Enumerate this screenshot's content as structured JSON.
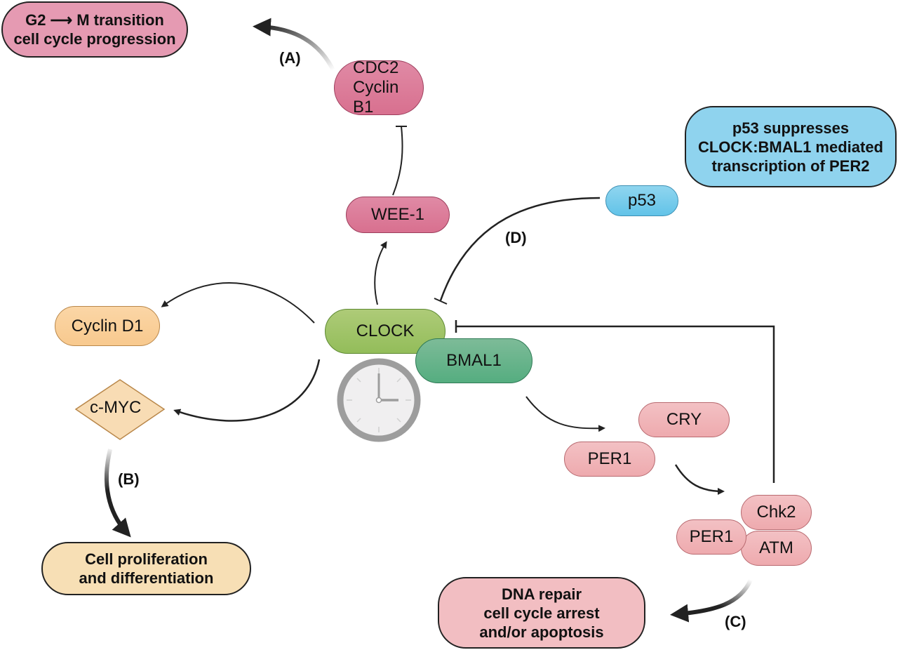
{
  "diagram": {
    "nodes": {
      "cdc2": "CDC2\nCyclin B1",
      "wee1": "WEE-1",
      "p53": "p53",
      "cyclin_d1": "Cyclin D1",
      "clock": "CLOCK",
      "bmal1": "BMAL1",
      "cmyc": "c-MYC",
      "cry": "CRY",
      "per1_a": "PER1",
      "per1_b": "PER1",
      "chk2": "Chk2",
      "atm": "ATM"
    },
    "outcomes": {
      "g2m": "G2 ⟶ M transition\ncell cycle progression",
      "p53_note": "p53 suppresses\nCLOCK:BMAL1 mediated\ntranscription of PER2",
      "proliferation": "Cell proliferation\nand differentiation",
      "dna_repair": "DNA repair\ncell cycle arrest\nand/or apoptosis"
    },
    "labels": {
      "a": "(A)",
      "b": "(B)",
      "c": "(C)",
      "d": "(D)"
    },
    "colors": {
      "pink_dark": "#d8708f",
      "pink_light": "#eeaaae",
      "orange": "#f8c98e",
      "blue": "#62c3e8",
      "green_light": "#93bd5a",
      "green_dark": "#55ad80",
      "outcome_pink": "#e59ab2",
      "outcome_blue": "#8fd3ee",
      "outcome_orange": "#f7dfb5",
      "outcome_rose": "#f2bec2"
    }
  }
}
